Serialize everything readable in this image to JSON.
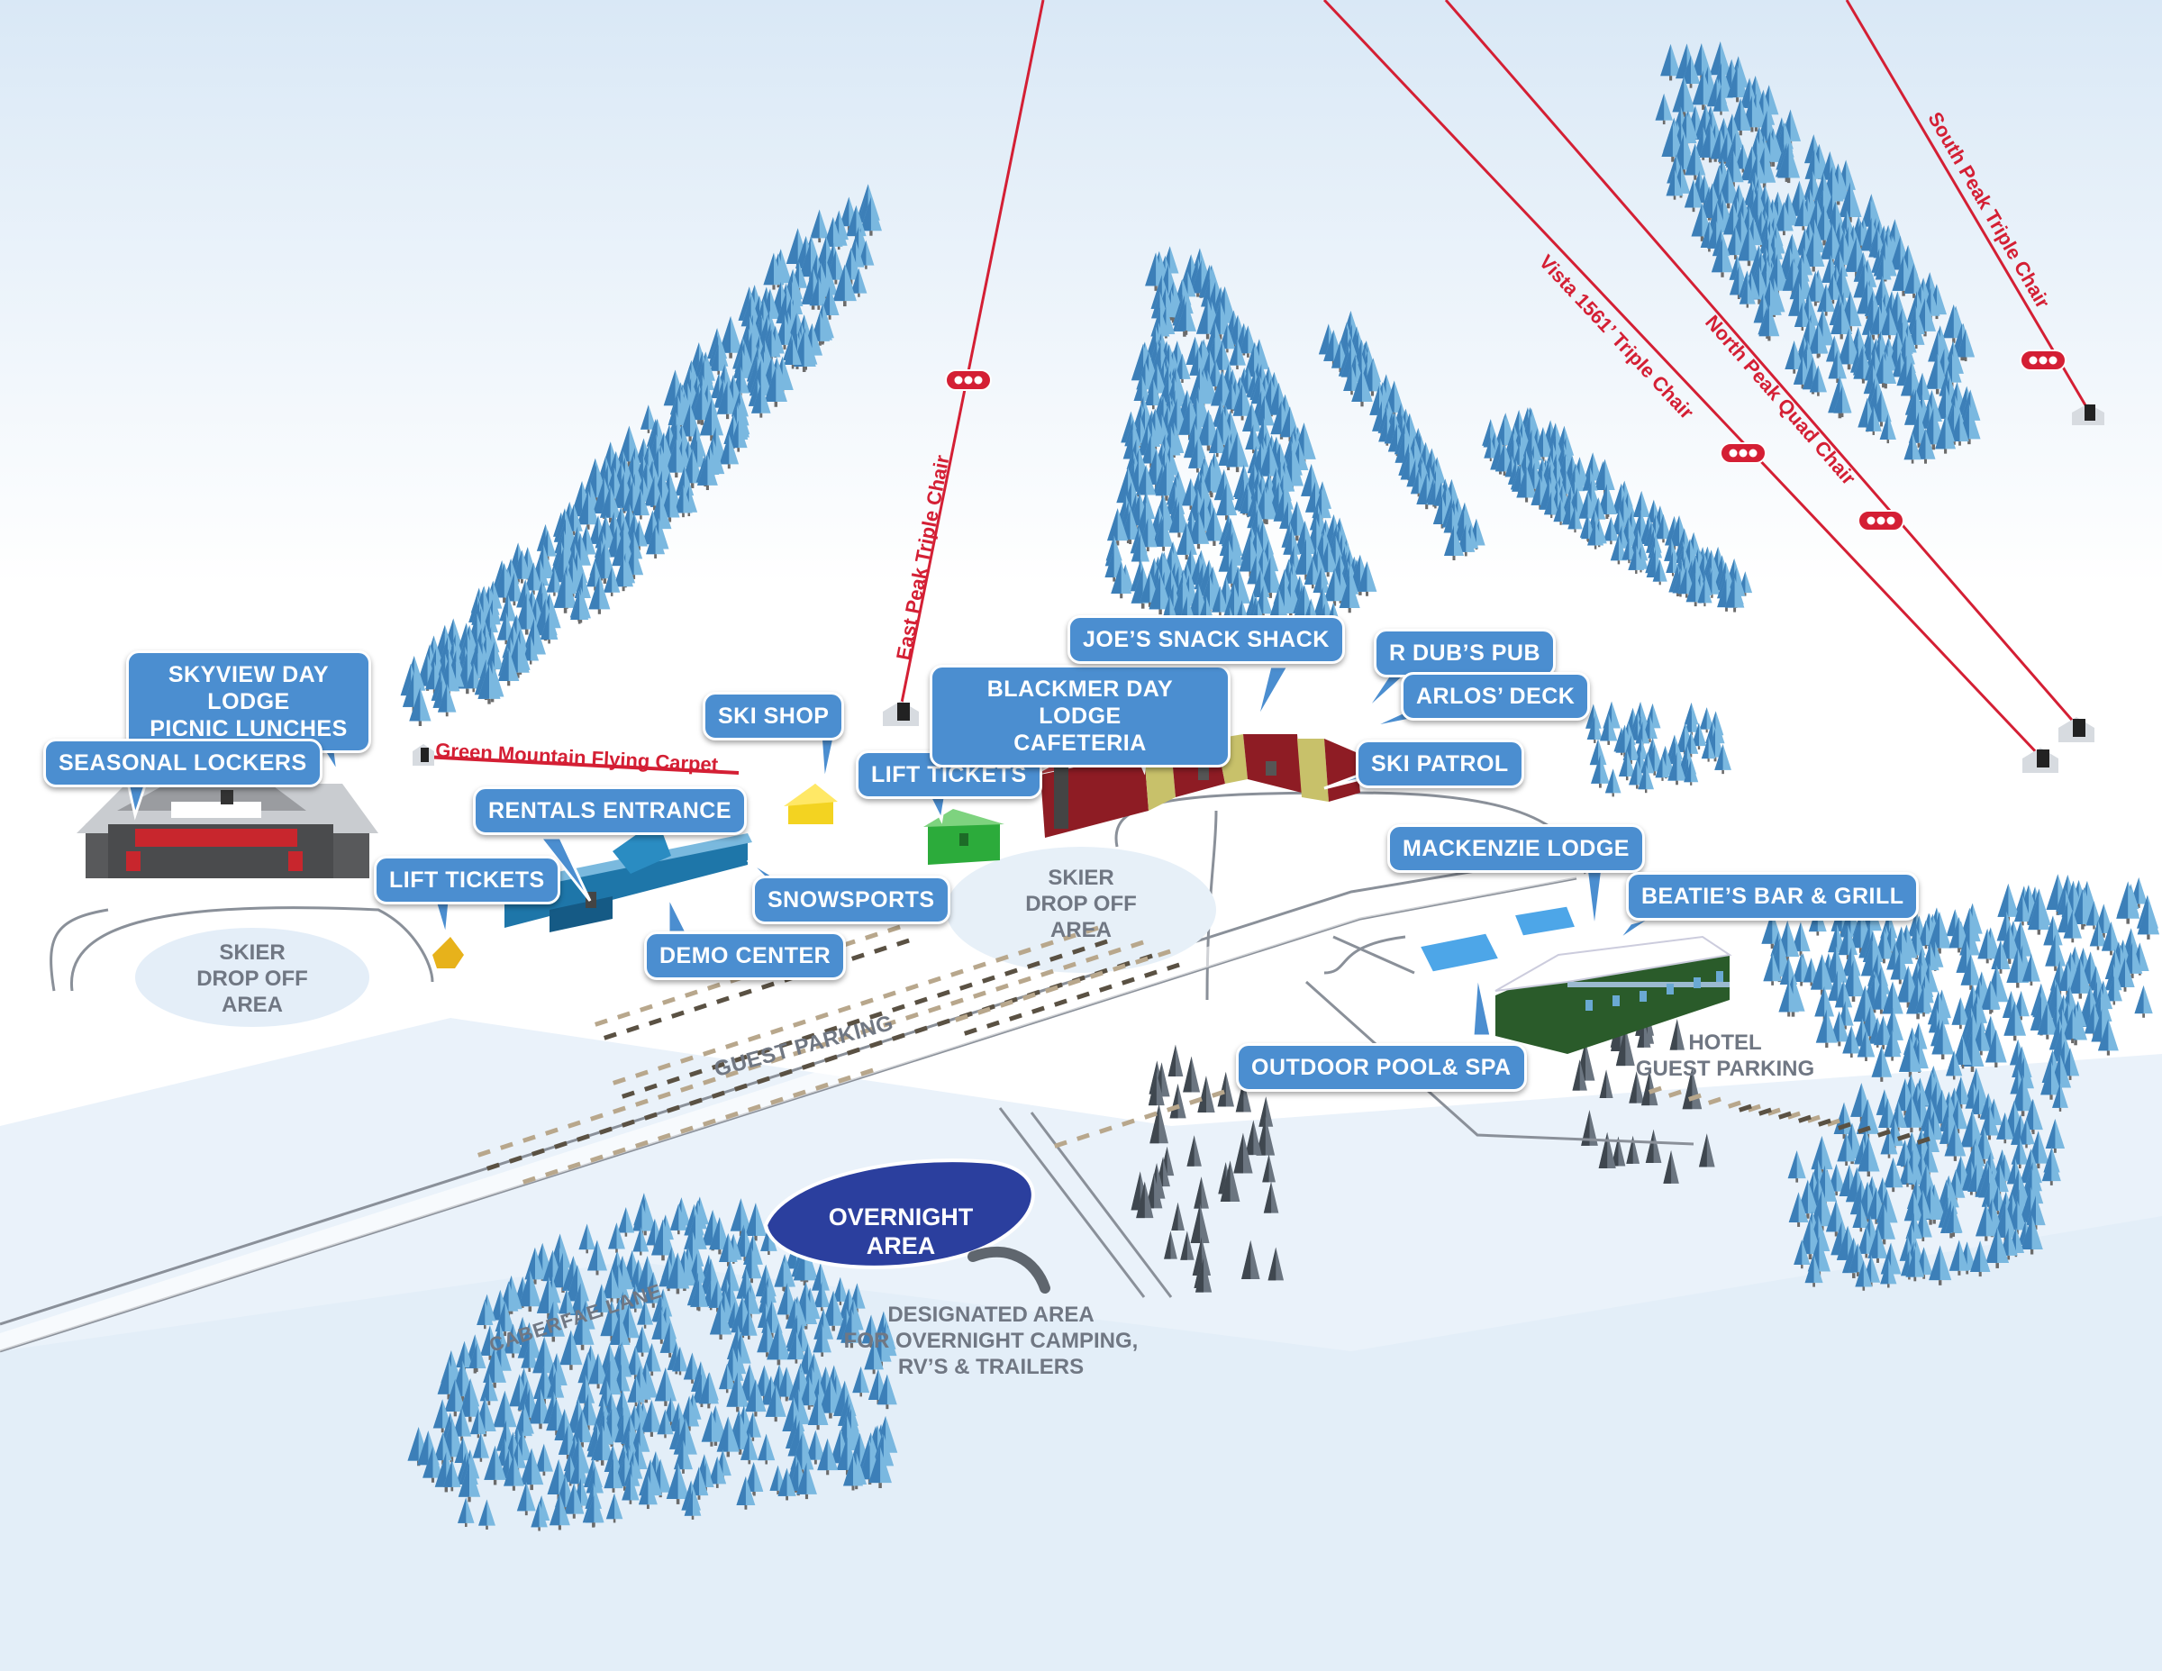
{
  "colors": {
    "callout_bg": "#4b8ed0",
    "lift_line": "#d41f34",
    "overnight_area": "#2b3f9e",
    "tree_light": "#7ab8e0",
    "tree_dark": "#3c7fb8",
    "building_red": "#8e1c24",
    "building_gray": "#58595b",
    "building_blue": "#1e76a9",
    "building_green": "#2a5b2a",
    "pool": "#4da6e8"
  },
  "icons": [
    "lift-chair-marker-icon",
    "lift-terminal-icon",
    "tree-icon"
  ],
  "lifts": {
    "east_peak": "East Peak Triple Chair",
    "vista": "Vista 1561’ Triple Chair",
    "north_peak": "North Peak Quad Chair",
    "south_peak": "South Peak Triple Chair",
    "carpet": "Green Mountain Flying Carpet"
  },
  "callouts": {
    "skyview_line1": "SKYVIEW DAY LODGE",
    "skyview_line2": "PICNIC LUNCHES",
    "seasonal_lockers": "SEASONAL LOCKERS",
    "ski_shop": "SKI  SHOP",
    "rentals_entrance": "RENTALS ENTRANCE",
    "lift_tickets_left": "LIFT TICKETS",
    "snowsports": "SNOWSPORTS",
    "demo_center": "DEMO CENTER",
    "lift_tickets_center": "LIFT TICKETS",
    "blackmer_line1": "BLACKMER DAY LODGE",
    "blackmer_line2": "CAFETERIA",
    "joes_snack_shack": "JOE’S SNACK SHACK",
    "r_dubs_pub": "R DUB’S PUB",
    "arlos_deck": "ARLOS’ DECK",
    "ski_patrol": "SKI PATROL",
    "mackenzie_lodge": "MACKENZIE LODGE",
    "beaties": "BEATIE’S BAR & GRILL",
    "outdoor_pool": "OUTDOOR POOL& SPA"
  },
  "areas": {
    "skier_drop_left": [
      "SKIER",
      "DROP OFF",
      "AREA"
    ],
    "skier_drop_center": [
      "SKIER",
      "DROP OFF",
      "AREA"
    ],
    "guest_parking": "GUEST PARKING",
    "hotel_guest_parking": [
      "HOTEL",
      "GUEST PARKING"
    ],
    "overnight_area": [
      "OVERNIGHT",
      "AREA"
    ],
    "designated_area": [
      "DESIGNATED AREA",
      "FOR OVERNIGHT CAMPING,",
      "RV’S & TRAILERS"
    ]
  },
  "road": {
    "name": "CABERFAE LANE"
  }
}
